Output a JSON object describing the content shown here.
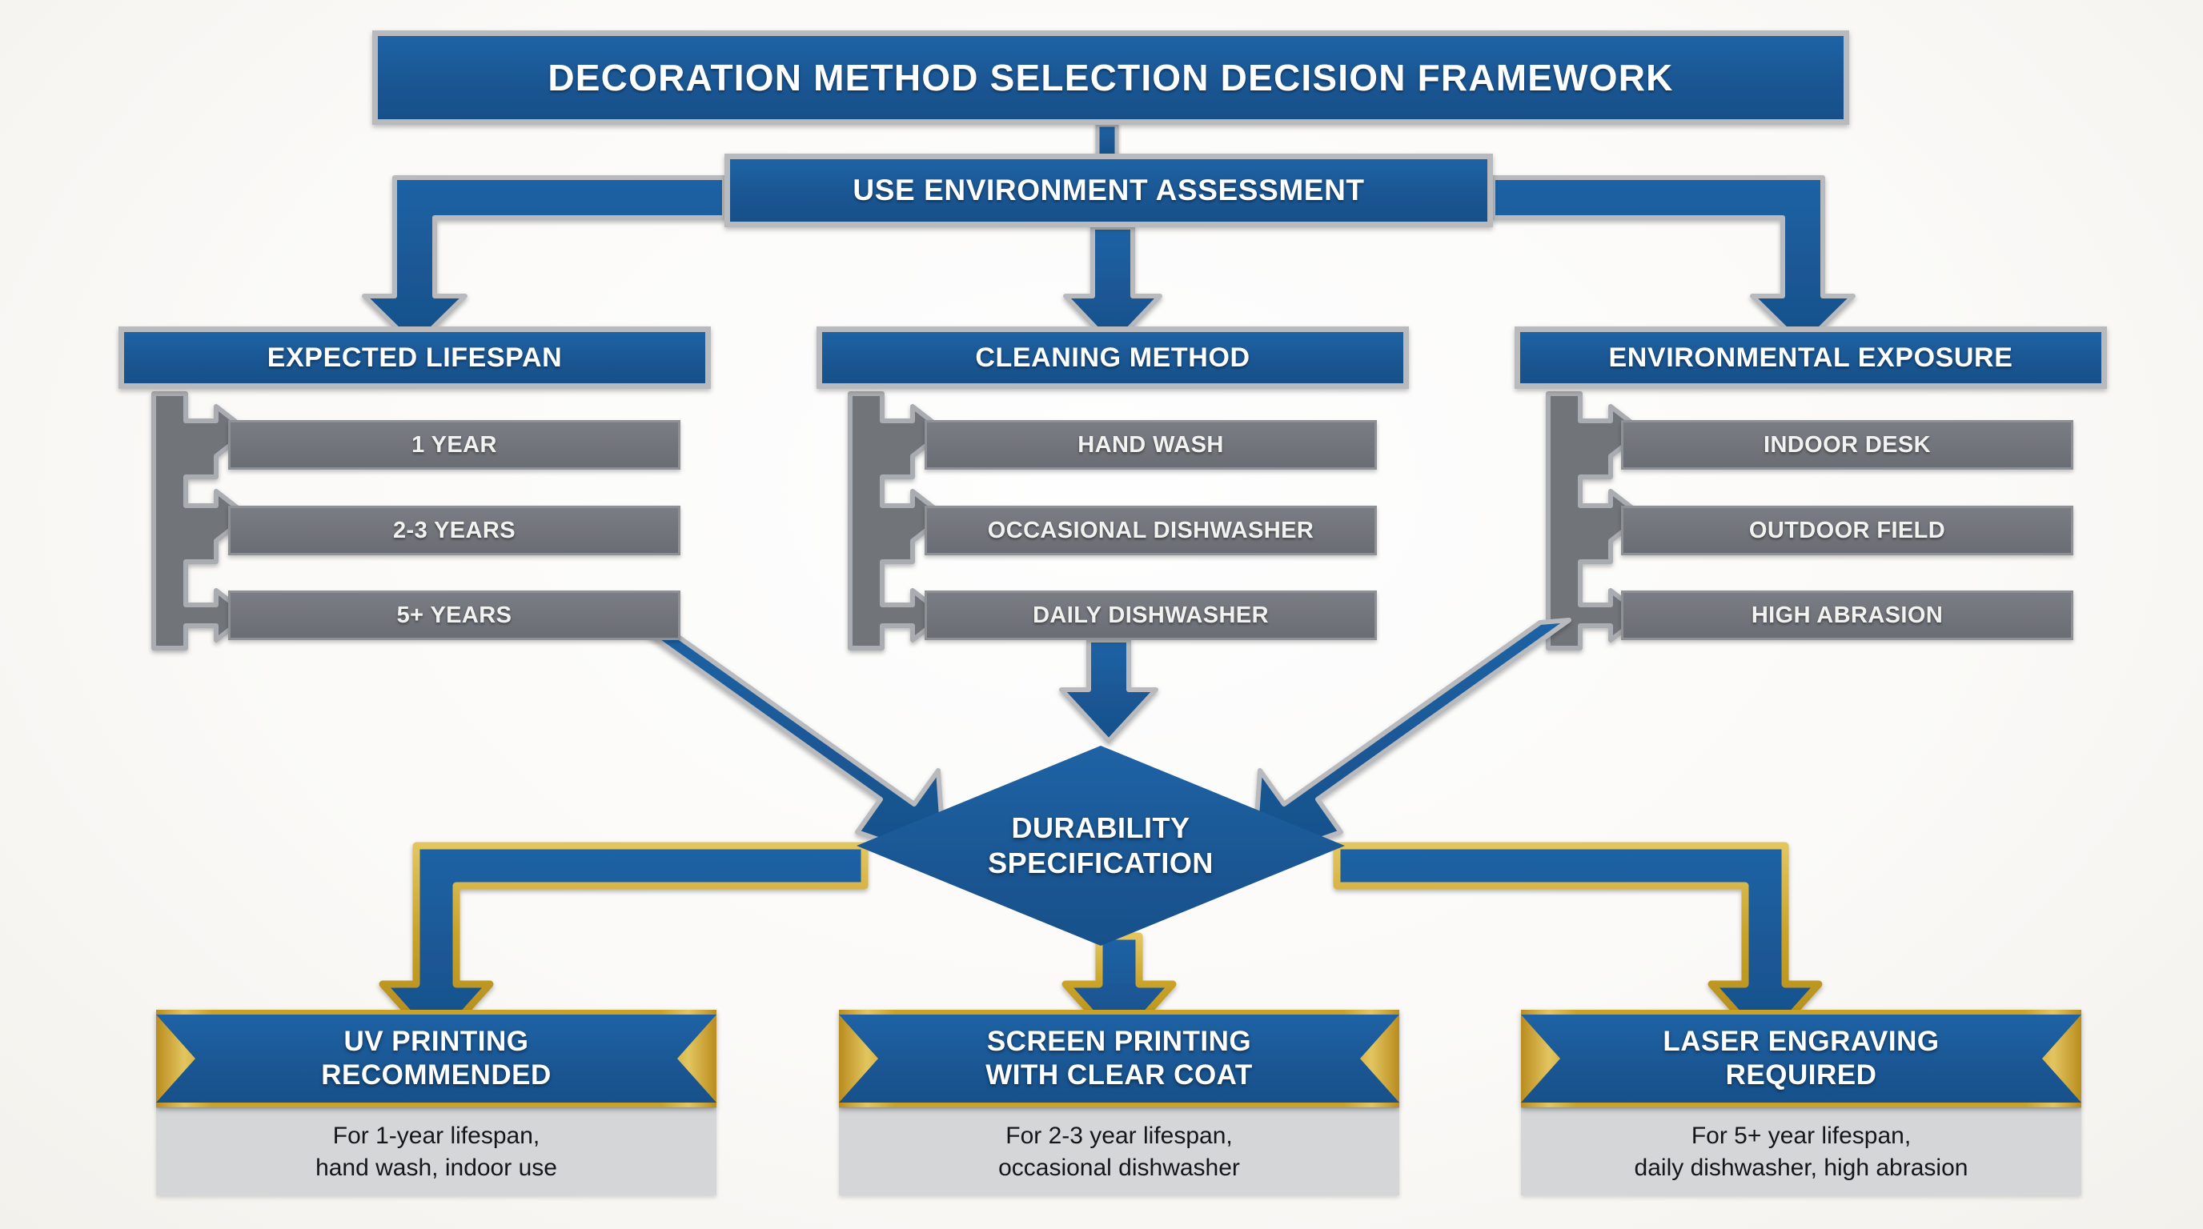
{
  "title": "DECORATION METHOD SELECTION DECISION FRAMEWORK",
  "assessment": "USE ENVIRONMENT ASSESSMENT",
  "decision": {
    "line1": "DURABILITY",
    "line2": "SPECIFICATION"
  },
  "categories": [
    {
      "label": "EXPECTED LIFESPAN",
      "items": [
        "1 YEAR",
        "2-3 YEARS",
        "5+ YEARS"
      ]
    },
    {
      "label": "CLEANING METHOD",
      "items": [
        "HAND WASH",
        "OCCASIONAL DISHWASHER",
        "DAILY DISHWASHER"
      ]
    },
    {
      "label": "ENVIRONMENTAL EXPOSURE",
      "items": [
        "INDOOR DESK",
        "OUTDOOR FIELD",
        "HIGH ABRASION"
      ]
    }
  ],
  "outcomes": [
    {
      "line1": "UV PRINTING",
      "line2": "RECOMMENDED",
      "caption_line1": "For 1-year lifespan,",
      "caption_line2": "hand wash, indoor use"
    },
    {
      "line1": "SCREEN PRINTING",
      "line2": "WITH CLEAR COAT",
      "caption_line1": "For 2-3 year lifespan,",
      "caption_line2": "occasional dishwasher"
    },
    {
      "line1": "LASER ENGRAVING",
      "line2": "REQUIRED",
      "caption_line1": "For 5+ year lifespan,",
      "caption_line2": "daily dishwasher, high abrasion"
    }
  ],
  "colors": {
    "brand_blue": "#1a5693",
    "connector_gray": "#71747a",
    "outline_gray": "#b8babd",
    "gold": "#c9a227",
    "caption_gray": "#d4d6d8",
    "background": "#fbfaf8"
  }
}
